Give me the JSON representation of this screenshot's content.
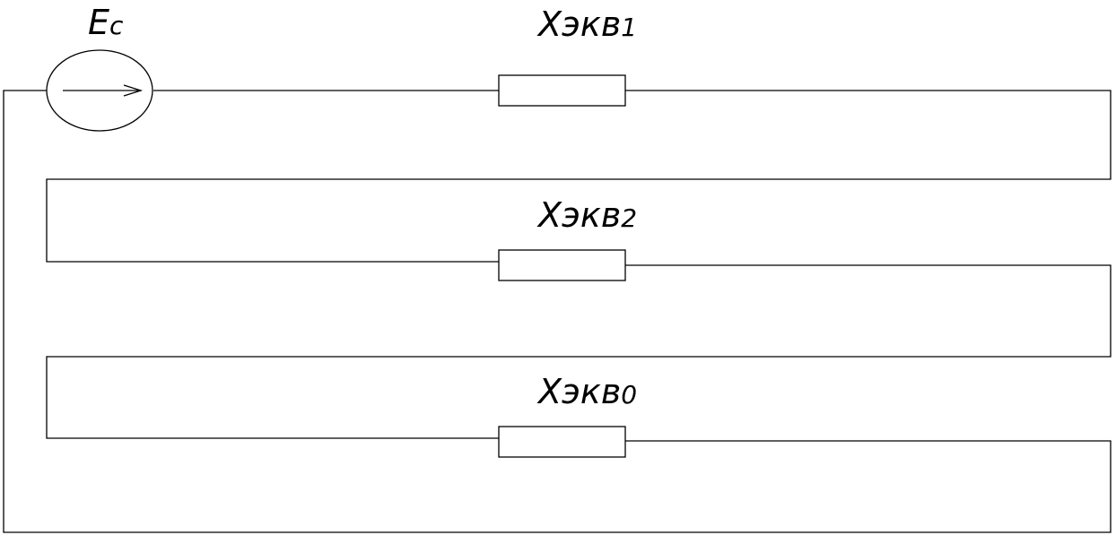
{
  "diagram": {
    "source": {
      "label": "Ec",
      "label_main": "E",
      "label_sub": "c"
    },
    "resistors": [
      {
        "id": "x1",
        "label_main": "Xэкв",
        "label_sub": "1"
      },
      {
        "id": "x2",
        "label_main": "Xэкв",
        "label_sub": "2"
      },
      {
        "id": "x0",
        "label_main": "Xэкв",
        "label_sub": "0"
      }
    ],
    "colors": {
      "line": "#000000",
      "background": "#ffffff"
    }
  }
}
